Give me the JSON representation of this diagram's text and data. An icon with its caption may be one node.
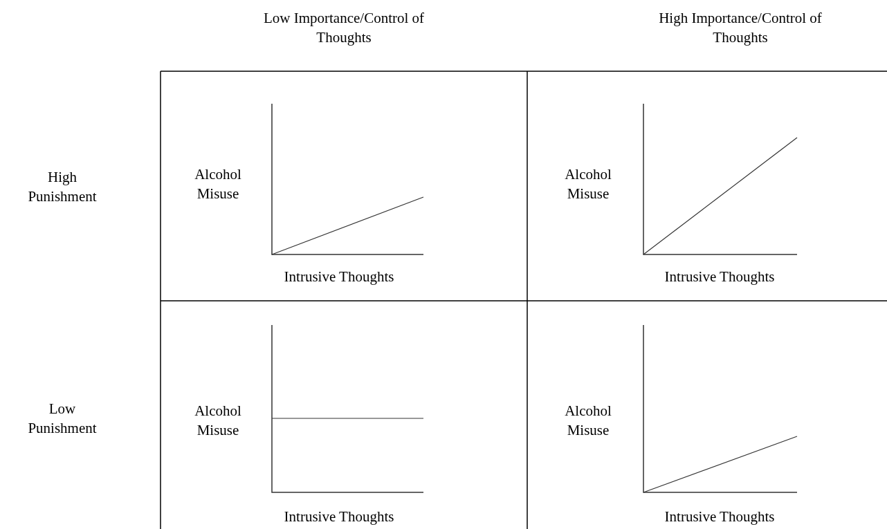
{
  "diagram": {
    "labels": [
      "Low Importance/Control of Thoughts",
      "High Importance/Control of Thoughts",
      "High Punishment",
      "Alcohol Misuse",
      "Intrusive Thoughts",
      "Alcohol Misuse",
      "Intrusive Thoughts",
      "Low Punishment",
      "Alcohol Misuse",
      "Intrusive Thoughts",
      "Alcohol Misuse",
      "Intrusive Thoughts"
    ]
  }
}
